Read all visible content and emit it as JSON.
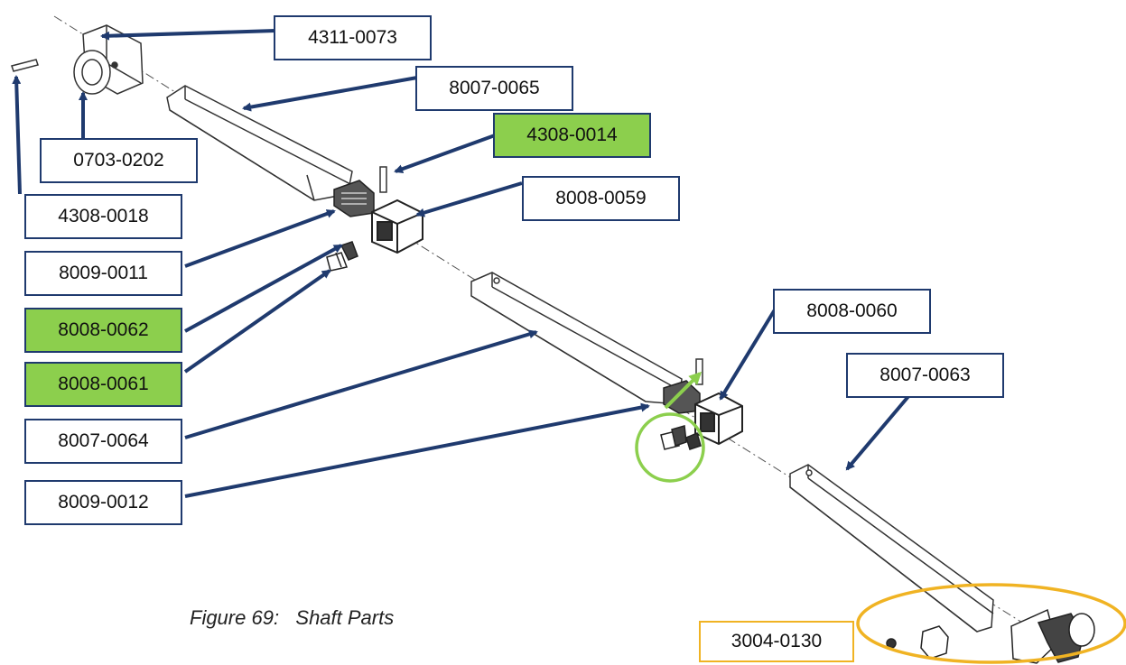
{
  "caption": "Figure 69:   Shaft Parts",
  "colors": {
    "arrow": "#1f3a6e",
    "highlight_green": "#8ccf4d",
    "highlight_yellow": "#f0b323",
    "part_stroke": "#333333"
  },
  "labels": [
    {
      "id": "4311-0073",
      "text": "4311-0073",
      "style": "plain"
    },
    {
      "id": "8007-0065",
      "text": "8007-0065",
      "style": "plain"
    },
    {
      "id": "4308-0014",
      "text": "4308-0014",
      "style": "green"
    },
    {
      "id": "0703-0202",
      "text": "0703-0202",
      "style": "plain"
    },
    {
      "id": "8008-0059",
      "text": "8008-0059",
      "style": "plain"
    },
    {
      "id": "4308-0018",
      "text": "4308-0018",
      "style": "plain"
    },
    {
      "id": "8009-0011",
      "text": "8009-0011",
      "style": "plain"
    },
    {
      "id": "8008-0062",
      "text": "8008-0062",
      "style": "green"
    },
    {
      "id": "8008-0060",
      "text": "8008-0060",
      "style": "plain"
    },
    {
      "id": "8008-0061",
      "text": "8008-0061",
      "style": "green"
    },
    {
      "id": "8007-0063",
      "text": "8007-0063",
      "style": "plain"
    },
    {
      "id": "8007-0064",
      "text": "8007-0064",
      "style": "plain"
    },
    {
      "id": "8009-0012",
      "text": "8009-0012",
      "style": "plain"
    },
    {
      "id": "3004-0130",
      "text": "3004-0130",
      "style": "yellow"
    }
  ]
}
